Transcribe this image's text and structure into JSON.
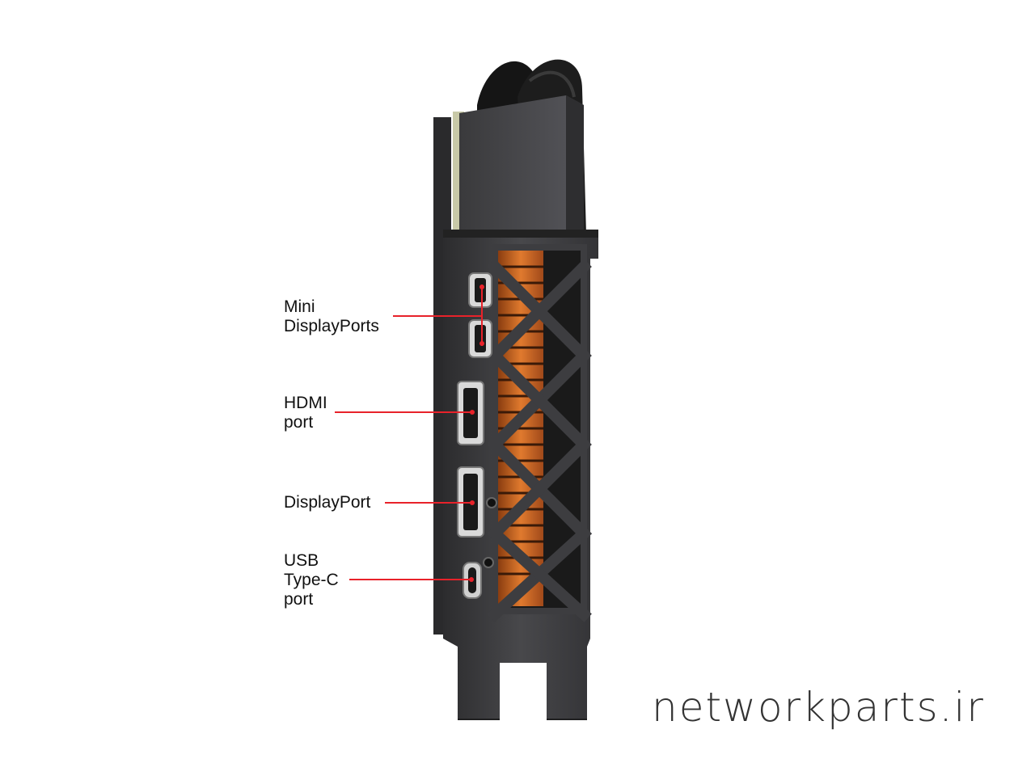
{
  "labels": {
    "mini_displayports": [
      "Mini",
      "DisplayPorts"
    ],
    "hdmi": [
      "HDMI",
      "port"
    ],
    "displayport": [
      "DisplayPort"
    ],
    "usb_c": [
      "USB",
      "Type-C",
      "port"
    ]
  },
  "watermark": "networkparts.ir",
  "colors": {
    "callout": "#e8222a",
    "bracket": "#3b3b3d",
    "heatsink": "#c8641e",
    "background": "#ffffff"
  }
}
